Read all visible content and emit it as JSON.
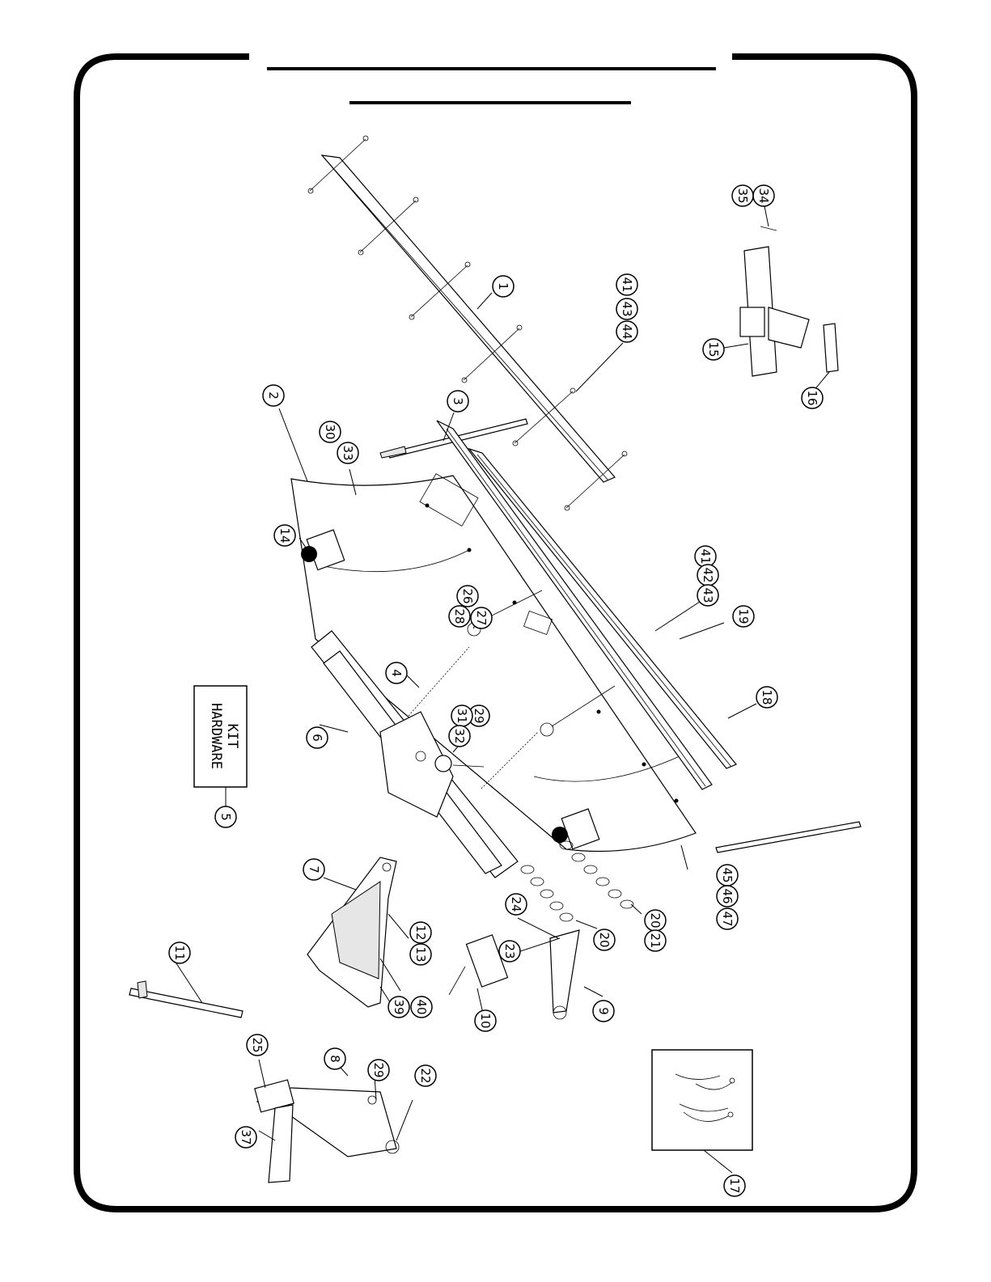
{
  "header": {
    "title": "",
    "subtitle": ""
  },
  "hardware_kit": {
    "line1": "HARDWARE",
    "line2": "KIT",
    "callout": "5"
  },
  "callouts": [
    {
      "id": "c1",
      "label": "1"
    },
    {
      "id": "c2",
      "label": "2"
    },
    {
      "id": "c3",
      "label": "3"
    },
    {
      "id": "c4",
      "label": "4"
    },
    {
      "id": "c6",
      "label": "6"
    },
    {
      "id": "c7",
      "label": "7"
    },
    {
      "id": "c8",
      "label": "8"
    },
    {
      "id": "c9",
      "label": "9"
    },
    {
      "id": "c10",
      "label": "10"
    },
    {
      "id": "c11",
      "label": "11"
    },
    {
      "id": "c12",
      "label": "12"
    },
    {
      "id": "c13",
      "label": "13"
    },
    {
      "id": "c14",
      "label": "14"
    },
    {
      "id": "c15",
      "label": "15"
    },
    {
      "id": "c16",
      "label": "16"
    },
    {
      "id": "c17",
      "label": "17"
    },
    {
      "id": "c18",
      "label": "18"
    },
    {
      "id": "c19",
      "label": "19"
    },
    {
      "id": "c20",
      "label": "20"
    },
    {
      "id": "c20b",
      "label": "20"
    },
    {
      "id": "c21",
      "label": "21"
    },
    {
      "id": "c22",
      "label": "22"
    },
    {
      "id": "c23",
      "label": "23"
    },
    {
      "id": "c24",
      "label": "24"
    },
    {
      "id": "c25",
      "label": "25"
    },
    {
      "id": "c26",
      "label": "26"
    },
    {
      "id": "c27",
      "label": "27"
    },
    {
      "id": "c28",
      "label": "28"
    },
    {
      "id": "c29",
      "label": "29"
    },
    {
      "id": "c29b",
      "label": "29"
    },
    {
      "id": "c30",
      "label": "30"
    },
    {
      "id": "c31",
      "label": "31"
    },
    {
      "id": "c32",
      "label": "32"
    },
    {
      "id": "c33",
      "label": "33"
    },
    {
      "id": "c34",
      "label": "34"
    },
    {
      "id": "c35",
      "label": "35"
    },
    {
      "id": "c37",
      "label": "37"
    },
    {
      "id": "c39",
      "label": "39"
    },
    {
      "id": "c40",
      "label": "40"
    },
    {
      "id": "c41",
      "label": "41"
    },
    {
      "id": "c41b",
      "label": "41"
    },
    {
      "id": "c42",
      "label": "42"
    },
    {
      "id": "c43",
      "label": "43"
    },
    {
      "id": "c43b",
      "label": "43"
    },
    {
      "id": "c44",
      "label": "44"
    },
    {
      "id": "c45",
      "label": "45"
    },
    {
      "id": "c46",
      "label": "46"
    },
    {
      "id": "c47",
      "label": "47"
    }
  ]
}
